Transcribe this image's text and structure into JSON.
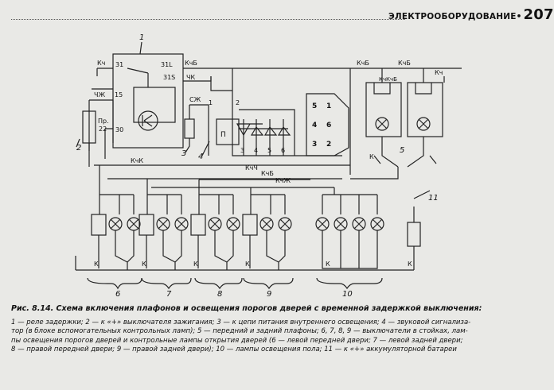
{
  "header": {
    "section": "ЭЛЕКТРООБОРУДОВАНИЕ",
    "dot": "•",
    "page_number": "207"
  },
  "diagram": {
    "callouts": [
      "1",
      "2",
      "3",
      "4",
      "5",
      "6",
      "7",
      "8",
      "9",
      "10",
      "11"
    ],
    "relay_terminals": {
      "t31": "31",
      "t31l": "31L",
      "t31s": "31S",
      "t15": "15",
      "t30": "30"
    },
    "wire_labels": {
      "kch_left": "Кч",
      "kchb_top": "КчБ",
      "chk": "ЧК",
      "chzh_left": "ЧЖ",
      "szh": "СЖ",
      "kchk": "КчК",
      "kchch": "КчЧ",
      "kchb_mid": "КчБ",
      "kchzh": "КчЖ",
      "kchb_r1": "КчБ",
      "kchb_r2": "КчБ",
      "kch_right": "Кч",
      "kch_vert": "Кч",
      "kchb_vert": "КчБ",
      "fuse": "Пр.",
      "fuse_num": "22",
      "pin1": "1",
      "pin2": "2",
      "buzzer": "П"
    },
    "diode_pins": [
      "3",
      "4",
      "5",
      "6"
    ],
    "connector_pins": [
      "5",
      "1",
      "4",
      "6",
      "3",
      "2"
    ],
    "ground": "К",
    "lamp_mark": "К"
  },
  "caption": {
    "title": "Рис. 8.14. Схема включения плафонов и освещения порогов дверей с временной задержкой выключения:",
    "legend_lines": [
      "1 — реле задержки; 2 — к «+» выключателя зажигания; 3 — к цепи питания внутреннего освещения; 4 — звуковой сигнализа-",
      "тор (в блоке вспомогательных контрольных ламп); 5 — передний и задний плафоны; 6, 7, 8, 9 — выключатели в стойках, лам-",
      "пы освещения порогов дверей и контрольные лампы открытия дверей (6 — левой передней двери; 7 — левой задней двери;",
      "8 — правой передней двери; 9 — правой задней двери); 10 — лампы освещения пола; 11 — к «+» аккумуляторной батареи"
    ]
  }
}
